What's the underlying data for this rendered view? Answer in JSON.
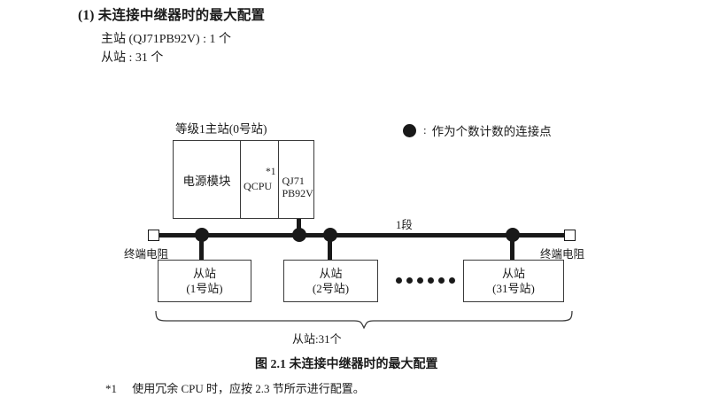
{
  "heading": {
    "number": "(1)",
    "title": "未连接中继器时的最大配置",
    "spec_master": "主站 (QJ71PB92V) : 1 个",
    "spec_slave": "从站 : 31 个"
  },
  "legend": {
    "marker": "filled-circle",
    "colon": ":",
    "text": "作为个数计数的连接点"
  },
  "master_station": {
    "label": "等级1主站(0号站)",
    "cells": [
      {
        "name": "power-module",
        "label": "电源模块"
      },
      {
        "name": "qcpu",
        "label": "QCPU",
        "footmark": "*1"
      },
      {
        "name": "network-module",
        "label": "QJ71\nPB92V",
        "line1": "QJ71",
        "line2": "PB92V"
      }
    ]
  },
  "bus": {
    "segment_label": "1段",
    "terminator_left": "终端电阻",
    "terminator_right": "终端电阻",
    "connection_point_count": 4
  },
  "slaves": [
    {
      "line1": "从站",
      "line2": "(1号站)"
    },
    {
      "line1": "从站",
      "line2": "(2号站)"
    },
    {
      "line1": "从站",
      "line2": "(31号站)"
    }
  ],
  "ellipsis": {
    "dot_count": 6
  },
  "brace": {
    "total_label": "从站:31个"
  },
  "caption": "图 2.1  未连接中继器时的最大配置",
  "footnote": {
    "mark": "*1",
    "text": "使用冗余 CPU 时，应按 2.3 节所示进行配置。"
  },
  "colors": {
    "ink": "#1a1a1a",
    "line": "#3a3a3a",
    "bus": "#191919",
    "background": "#ffffff"
  }
}
